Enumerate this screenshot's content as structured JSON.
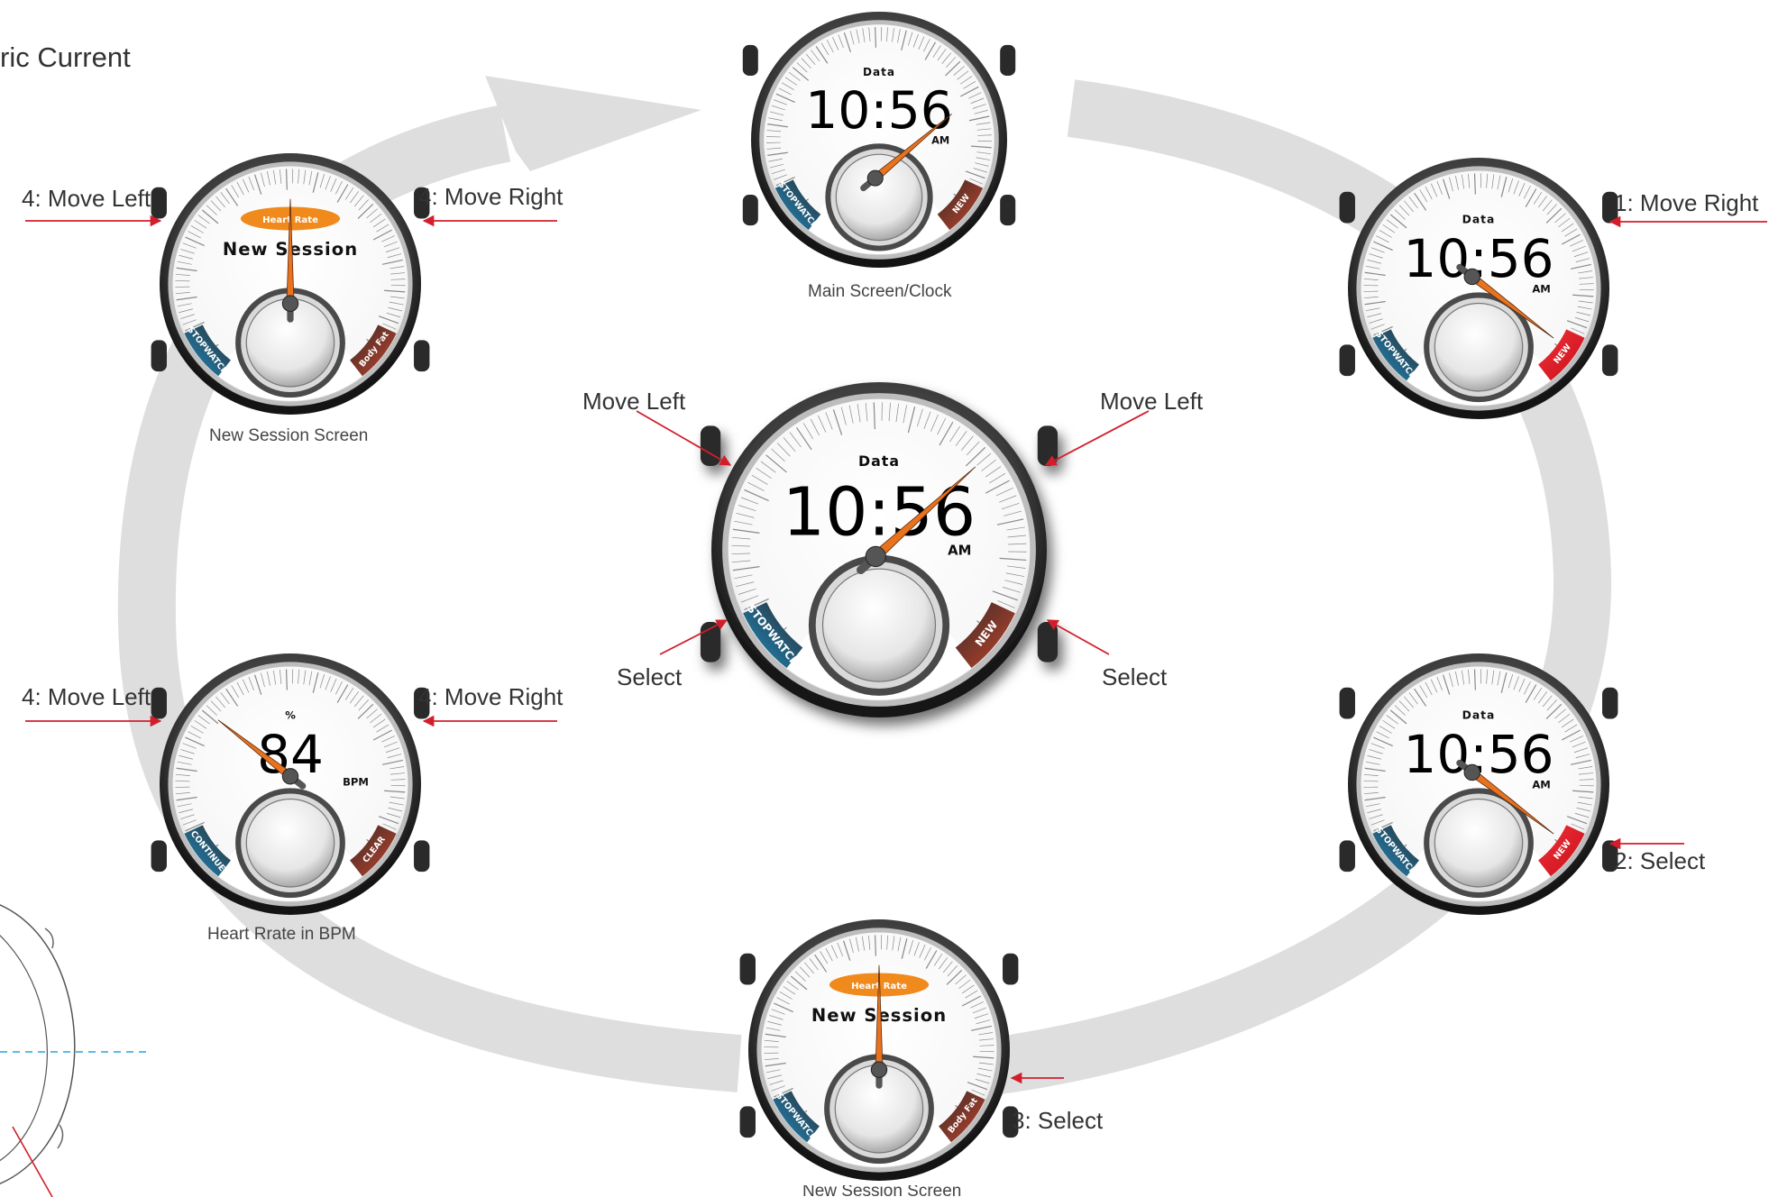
{
  "title_fragment": "ric Current",
  "watch_text": {
    "data_label": "Data",
    "time": "10:56",
    "am": "AM",
    "stopwatch": "STOPWATCH",
    "new": "NEW",
    "heart_rate": "Heart Rate",
    "new_session": "New Session",
    "body_fat": "Body Fat",
    "percent": "%",
    "bpm_value": "84",
    "bpm_unit": "BPM",
    "continue": "CONTINUE",
    "clear": "CLEAR"
  },
  "captions": {
    "main": "Main Screen/Clock",
    "new_session_left": "New Session Screen",
    "new_session_bottom": "New Session Screen",
    "heart_rate": "Heart Rrate in BPM"
  },
  "arrow_labels": {
    "move_right_1": "1: Move Right",
    "select_2": "2: Select",
    "select_3": "3: Select",
    "move_left_4a": "4: Move Left",
    "move_right_4a": "4: Move Right",
    "move_left_4b": "4: Move Left",
    "move_right_4b": "4: Move Right",
    "center_move_left_l": "Move Left",
    "center_move_left_r": "Move Left",
    "center_select_l": "Select",
    "center_select_r": "Select"
  },
  "colors": {
    "flow_arrow": "#dedede",
    "needle": "#e8731f",
    "heart_rate_pill": "#f08a1c",
    "new_red": "#e0202a",
    "new_dark": "#6b2a20",
    "stopwatch_blue": "#1a8cc4",
    "annotation_red": "#d21e2b",
    "guide_blue": "#29a3e0"
  }
}
